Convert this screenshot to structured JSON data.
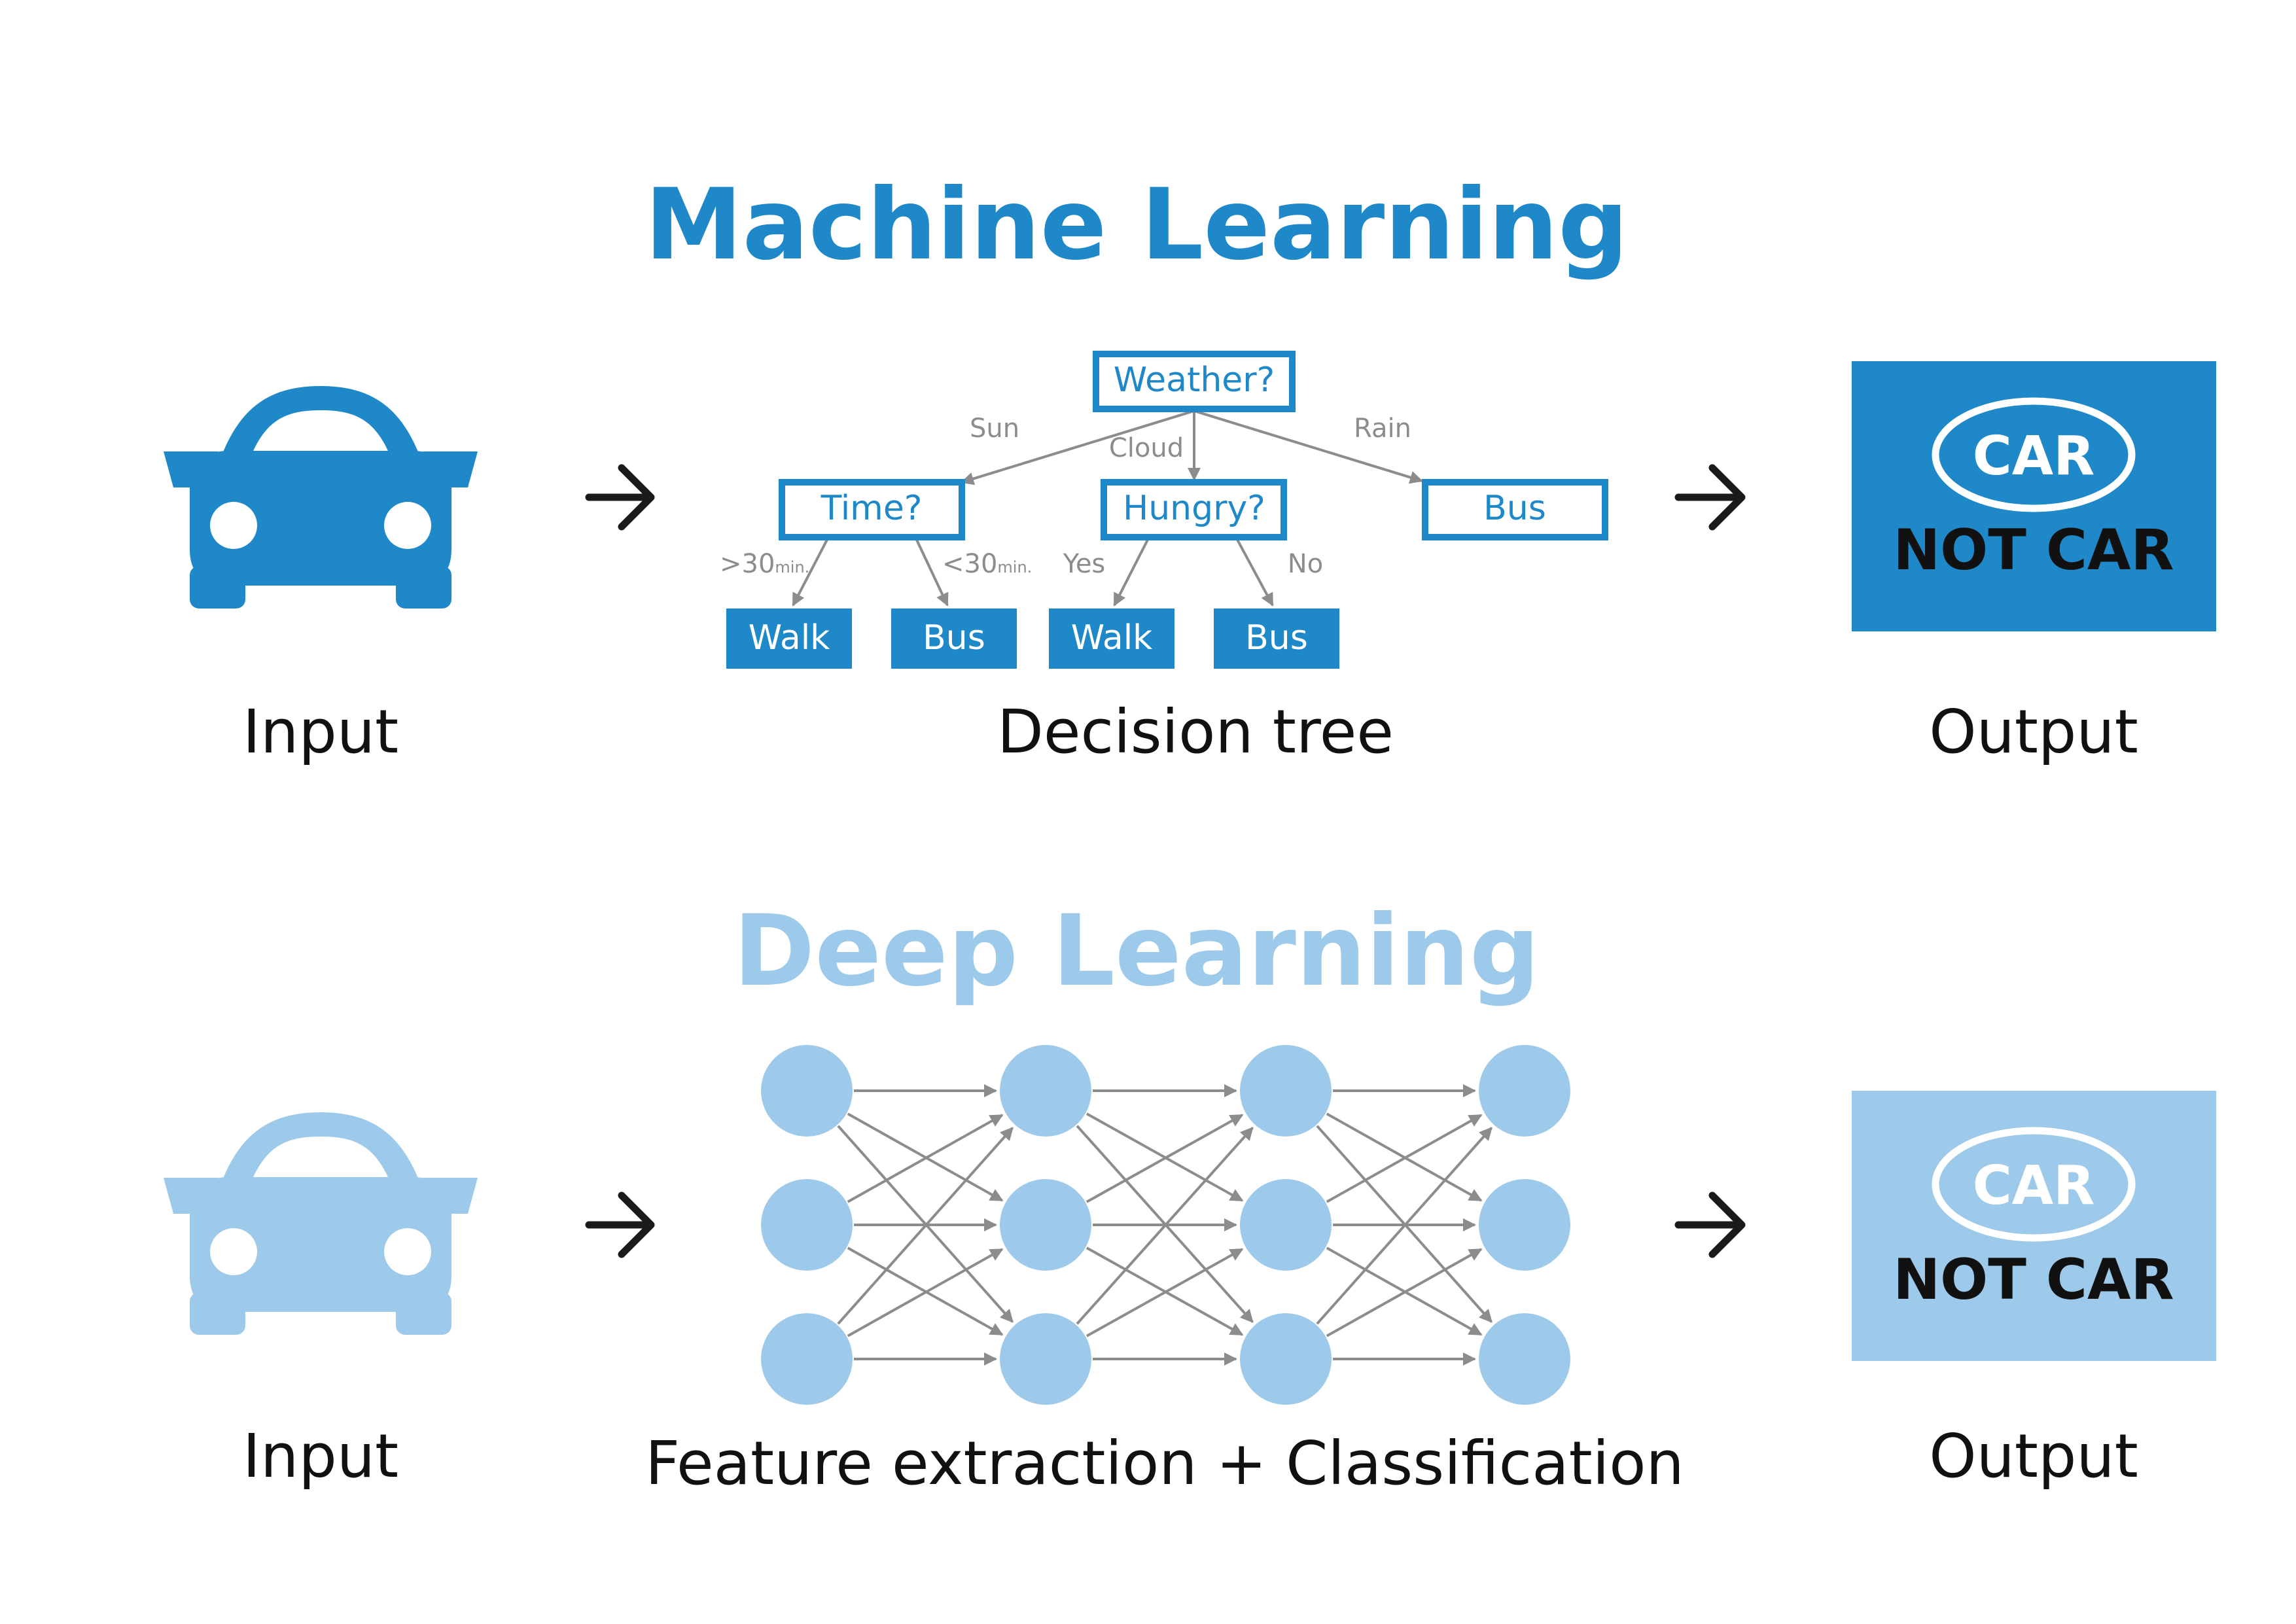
{
  "colors": {
    "primary": "#1e88c8",
    "light": "#9dcaea",
    "text": "#111111",
    "edge": "#8c8c8c",
    "arrow": "#1a1a1a"
  },
  "machine_learning": {
    "title": "Machine Learning",
    "input_label": "Input",
    "process_label": "Decision tree",
    "output_label": "Output",
    "output_box": {
      "car": "CAR",
      "not_car": "NOT CAR"
    },
    "tree": {
      "root": "Weather?",
      "branches": [
        {
          "edge": "Sun",
          "node": "Time?",
          "leaves": [
            {
              "edge": ">30",
              "edge_sub": "min.",
              "node": "Walk"
            },
            {
              "edge": "<30",
              "edge_sub": "min.",
              "node": "Bus"
            }
          ]
        },
        {
          "edge": "Cloud",
          "node": "Hungry?",
          "leaves": [
            {
              "edge": "Yes",
              "node": "Walk"
            },
            {
              "edge": "No",
              "node": "Bus"
            }
          ]
        },
        {
          "edge": "Rain",
          "node": "Bus"
        }
      ]
    }
  },
  "deep_learning": {
    "title": "Deep Learning",
    "input_label": "Input",
    "process_label": "Feature extraction + Classification",
    "output_label": "Output",
    "output_box": {
      "car": "CAR",
      "not_car": "NOT CAR"
    },
    "network": {
      "layers": [
        3,
        3,
        3,
        3
      ]
    }
  }
}
